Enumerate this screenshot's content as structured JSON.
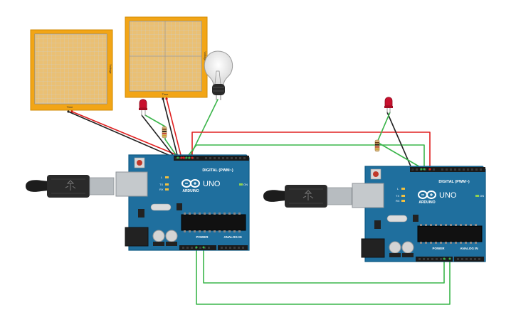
{
  "canvas": {
    "background": "#ffffff"
  },
  "plotters": [
    {
      "x_label": "Time",
      "y_label": "Voltage"
    },
    {
      "x_label": "Time",
      "y_label": "Voltage"
    }
  ],
  "boards": [
    {
      "brand": "ARDUINO",
      "model": "UNO",
      "digital_header": "DIGITAL (PWM~)",
      "power_header": "POWER",
      "analog_header": "ANALOG IN",
      "led_labels": [
        "L",
        "TX",
        "RX"
      ],
      "on_label": "ON"
    },
    {
      "brand": "ARDUINO",
      "model": "UNO",
      "digital_header": "DIGITAL (PWM~)",
      "power_header": "POWER",
      "analog_header": "ANALOG IN",
      "led_labels": [
        "L",
        "TX",
        "RX"
      ],
      "on_label": "ON"
    }
  ],
  "colors": {
    "board": "#1f6f9e",
    "board_edge": "#0f5a85",
    "plotter_frame": "#f2a516",
    "plotter_screen": "#d9dde0",
    "wire_red": "#e02020",
    "wire_green": "#3ab54a",
    "wire_black": "#222222",
    "led_red": "#c8102e"
  },
  "icons": [
    "usb-cable-icon",
    "lightbulb-icon",
    "led-icon",
    "resistor-icon",
    "arduino-logo-icon"
  ]
}
